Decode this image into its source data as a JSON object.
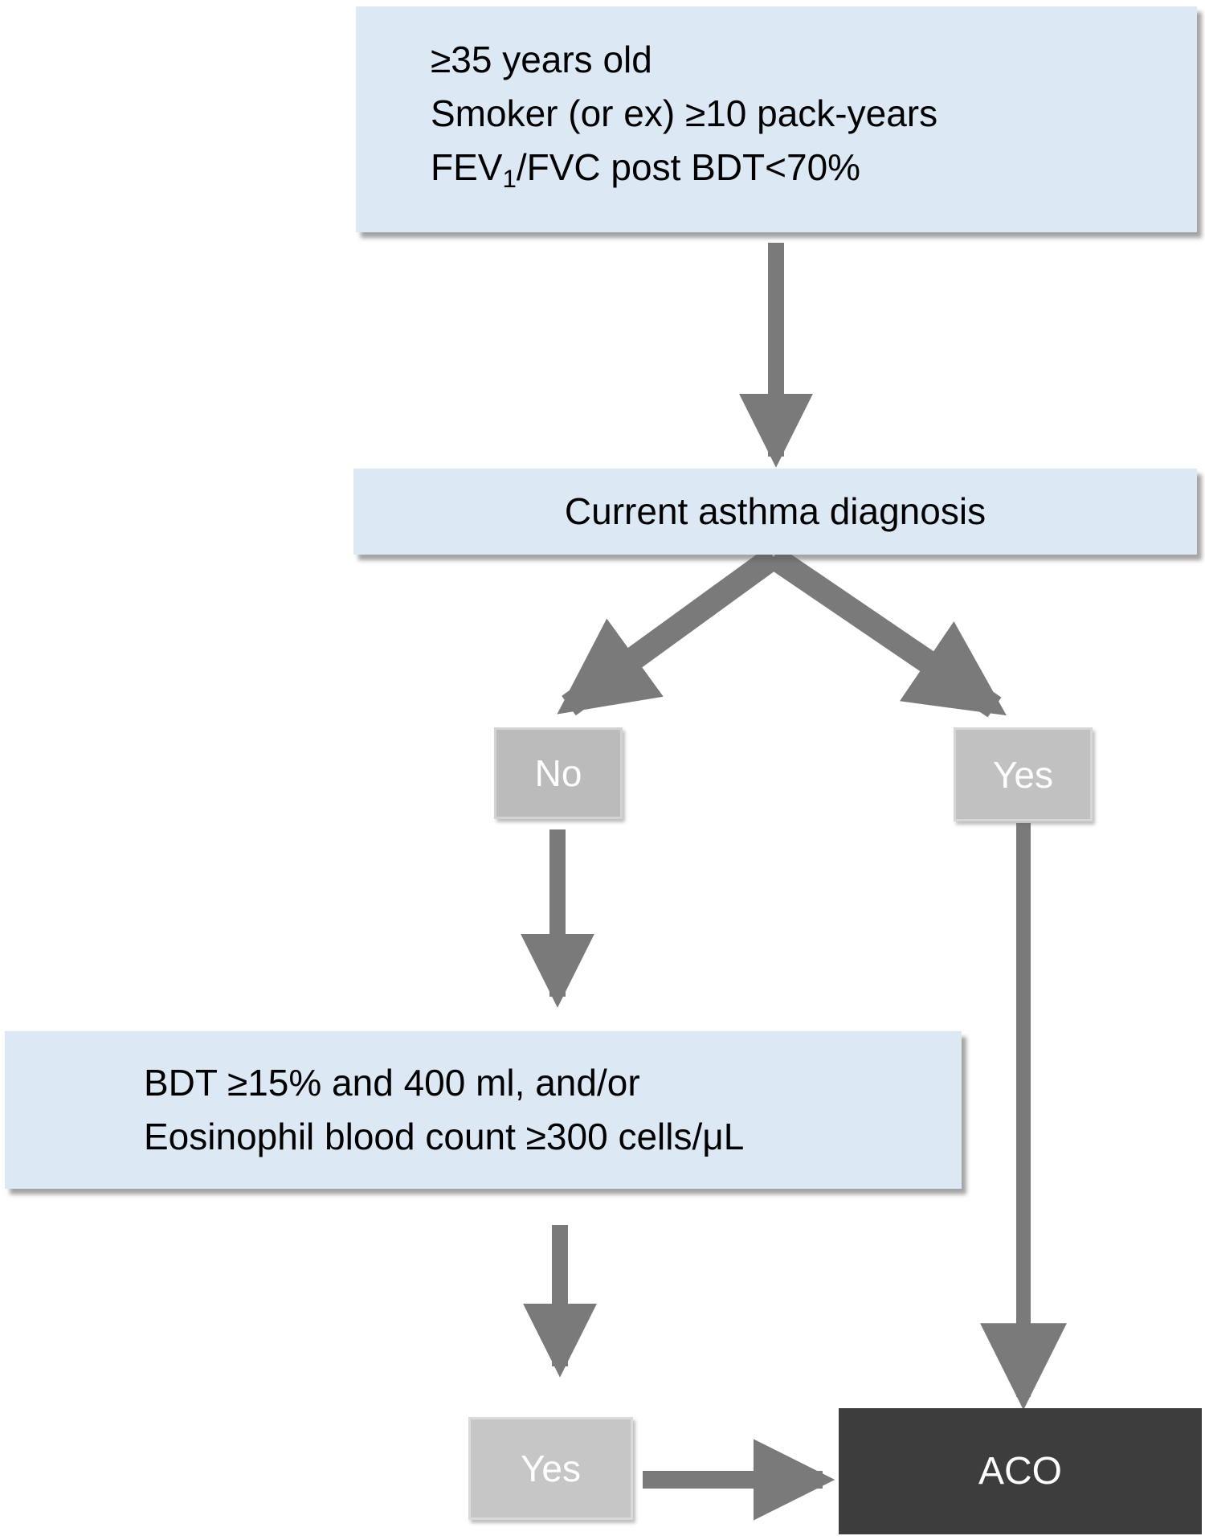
{
  "colors": {
    "criteria_box_blue": "#dce8f4",
    "arrow_gray": "#7a7a7a",
    "no_box_gray": "#bbbbbb",
    "yes_right_box_gray": "#c1c1c1",
    "yes_bottom_box_gray": "#c6c6c6",
    "aco_box_dark": "#3d3d3d",
    "text_black": "#000000",
    "text_white": "#ffffff"
  },
  "nodes": {
    "entry_criteria": {
      "line1": "≥35 years old",
      "line2": "Smoker (or ex) ≥10 pack-years",
      "line3_prefix": "FEV",
      "line3_subscript": "1",
      "line3_suffix": "/FVC post BDT<70%"
    },
    "asthma_question": {
      "label": "Current asthma diagnosis"
    },
    "no_branch": {
      "label": "No"
    },
    "yes_branch_right": {
      "label": "Yes"
    },
    "bdt_criteria": {
      "line1": "BDT ≥15% and 400 ml, and/or",
      "line2": "Eosinophil blood count ≥300 cells/μL"
    },
    "yes_branch_bottom": {
      "label": "Yes"
    },
    "outcome": {
      "label": "ACO"
    }
  }
}
